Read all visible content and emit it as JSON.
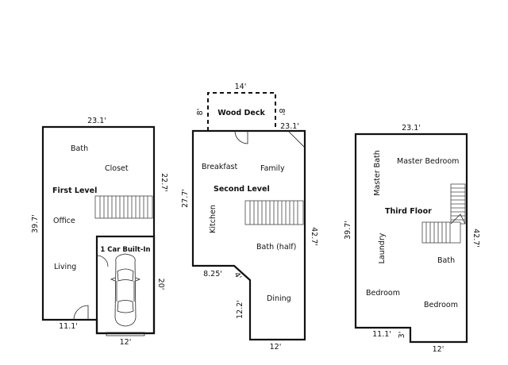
{
  "first_level": {
    "title": "First Level",
    "rooms": {
      "bath": "Bath",
      "closet": "Closet",
      "office": "Office",
      "living": "Living",
      "garage": "1 Car Built-In"
    },
    "dimensions": {
      "top": "23.1'",
      "right": "22.7'",
      "left": "39.7'",
      "bottom_left": "11.1'",
      "garage_side": "20'",
      "garage_bottom": "12'"
    }
  },
  "second_level": {
    "title": "Second Level",
    "rooms": {
      "wood_deck": "Wood Deck",
      "breakfast": "Breakfast",
      "family": "Family",
      "kitchen": "Kitchen",
      "bath_half": "Bath (half)",
      "dining": "Dining"
    },
    "dimensions": {
      "deck_top": "14'",
      "deck_left": "8'",
      "deck_right": "8'",
      "top": "23.1'",
      "left": "27.7'",
      "right": "42.7'",
      "notch_width": "8.25'",
      "notch_diag": "4'",
      "lower_left": "12.2'",
      "bottom": "12'"
    }
  },
  "third_floor": {
    "title": "Third Floor",
    "rooms": {
      "master_bath": "Master Bath",
      "master_bedroom": "Master Bedroom",
      "laundry": "Laundry",
      "bath": "Bath",
      "bedroom_1": "Bedroom",
      "bedroom_2": "Bedroom"
    },
    "dimensions": {
      "top": "23.1'",
      "left": "39.7'",
      "right": "42.7'",
      "bottom_left": "11.1'",
      "step": "3'",
      "bottom": "12'"
    }
  }
}
